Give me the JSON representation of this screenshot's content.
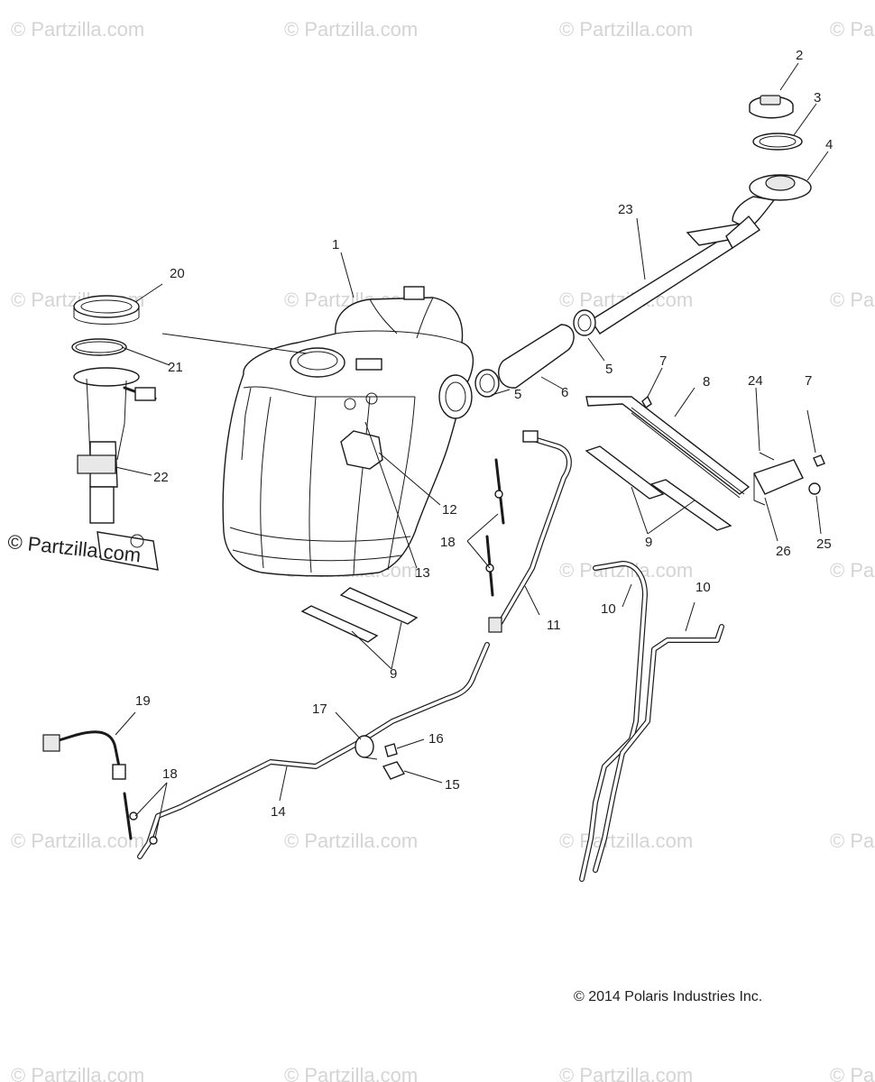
{
  "watermark": "© Partzilla.com",
  "side_watermark": "© Partzilla.com",
  "copyright": "© 2014 Polaris Industries Inc.",
  "callouts": [
    "1",
    "2",
    "3",
    "4",
    "5",
    "5",
    "6",
    "7",
    "7",
    "8",
    "9",
    "9",
    "10",
    "10",
    "11",
    "12",
    "13",
    "14",
    "15",
    "16",
    "17",
    "18",
    "18",
    "19",
    "20",
    "21",
    "22",
    "23",
    "24",
    "25",
    "26"
  ]
}
